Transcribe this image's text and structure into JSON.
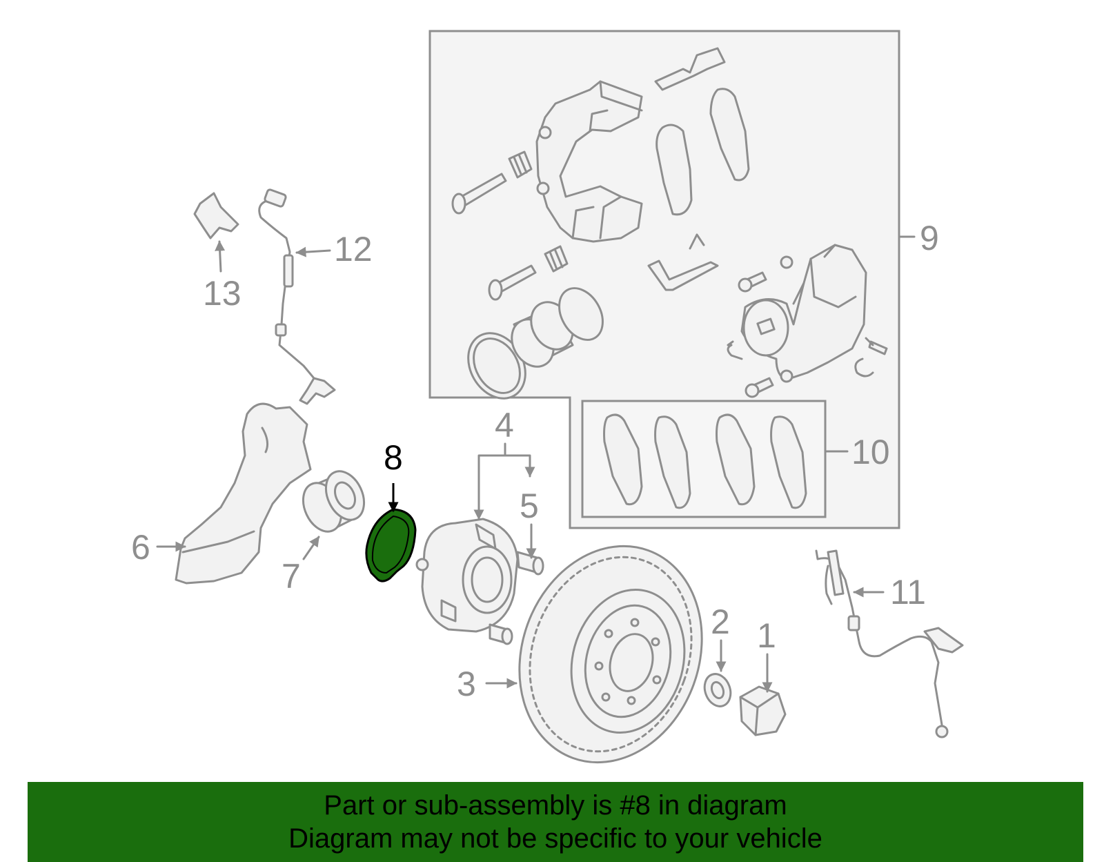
{
  "colors": {
    "line_art": "#8e8e8e",
    "highlight_fill": "#1a6e0d",
    "banner_background": "#1a6e0d",
    "banner_text": "#000000"
  },
  "highlighted_part": "8",
  "callouts": [
    "1",
    "2",
    "3",
    "4",
    "5",
    "6",
    "7",
    "8",
    "9",
    "10",
    "11",
    "12",
    "13"
  ],
  "banner": {
    "line1": "Part or sub-assembly is #8 in diagram",
    "line2": "Diagram may not be specific to your vehicle"
  }
}
